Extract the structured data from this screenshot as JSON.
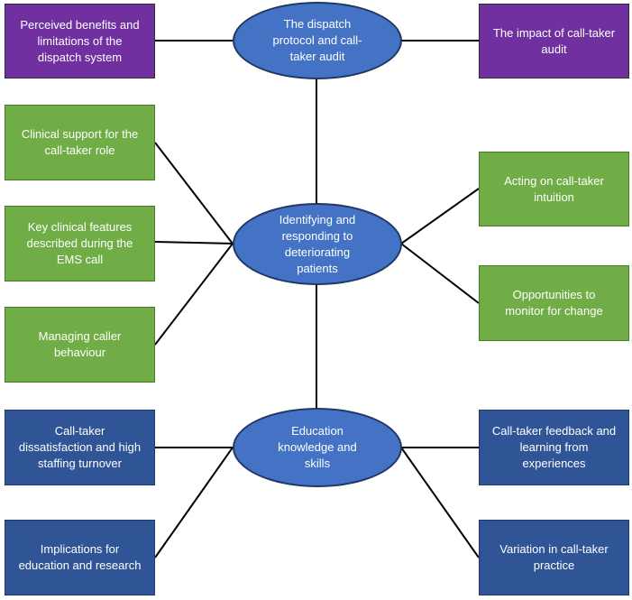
{
  "colors": {
    "theme_purple": "#7030a0",
    "theme_green": "#70ad47",
    "theme_navy": "#2f5597",
    "theme_hub": "#4472c4",
    "connector": "#000000"
  },
  "themes": {
    "dispatch": "The dispatch\nprotocol and call-\ntaker audit",
    "deteriorating": "Identifying and\nresponding to\ndeteriorating\npatients",
    "education": "Education\nknowledge and\nskills"
  },
  "subthemes": {
    "perceived_benefits": "Perceived benefits and\nlimitations of the\ndispatch system",
    "impact_audit": "The impact of call-taker\naudit",
    "clinical_support": "Clinical support for the\ncall-taker role",
    "key_clinical_features": "Key clinical features\ndescribed during the\nEMS call",
    "managing_caller": "Managing caller\nbehaviour",
    "acting_intuition": "Acting on call-taker\nintuition",
    "opportunities_monitor": "Opportunities to\nmonitor for change",
    "dissatisfaction_turnover": "Call-taker\ndissatisfaction and high\nstaffing turnover",
    "implications_education": "Implications for\neducation and research",
    "feedback_learning": "Call-taker feedback and\nlearning from\nexperiences",
    "variation_practice": "Variation in call-taker\npractice"
  }
}
